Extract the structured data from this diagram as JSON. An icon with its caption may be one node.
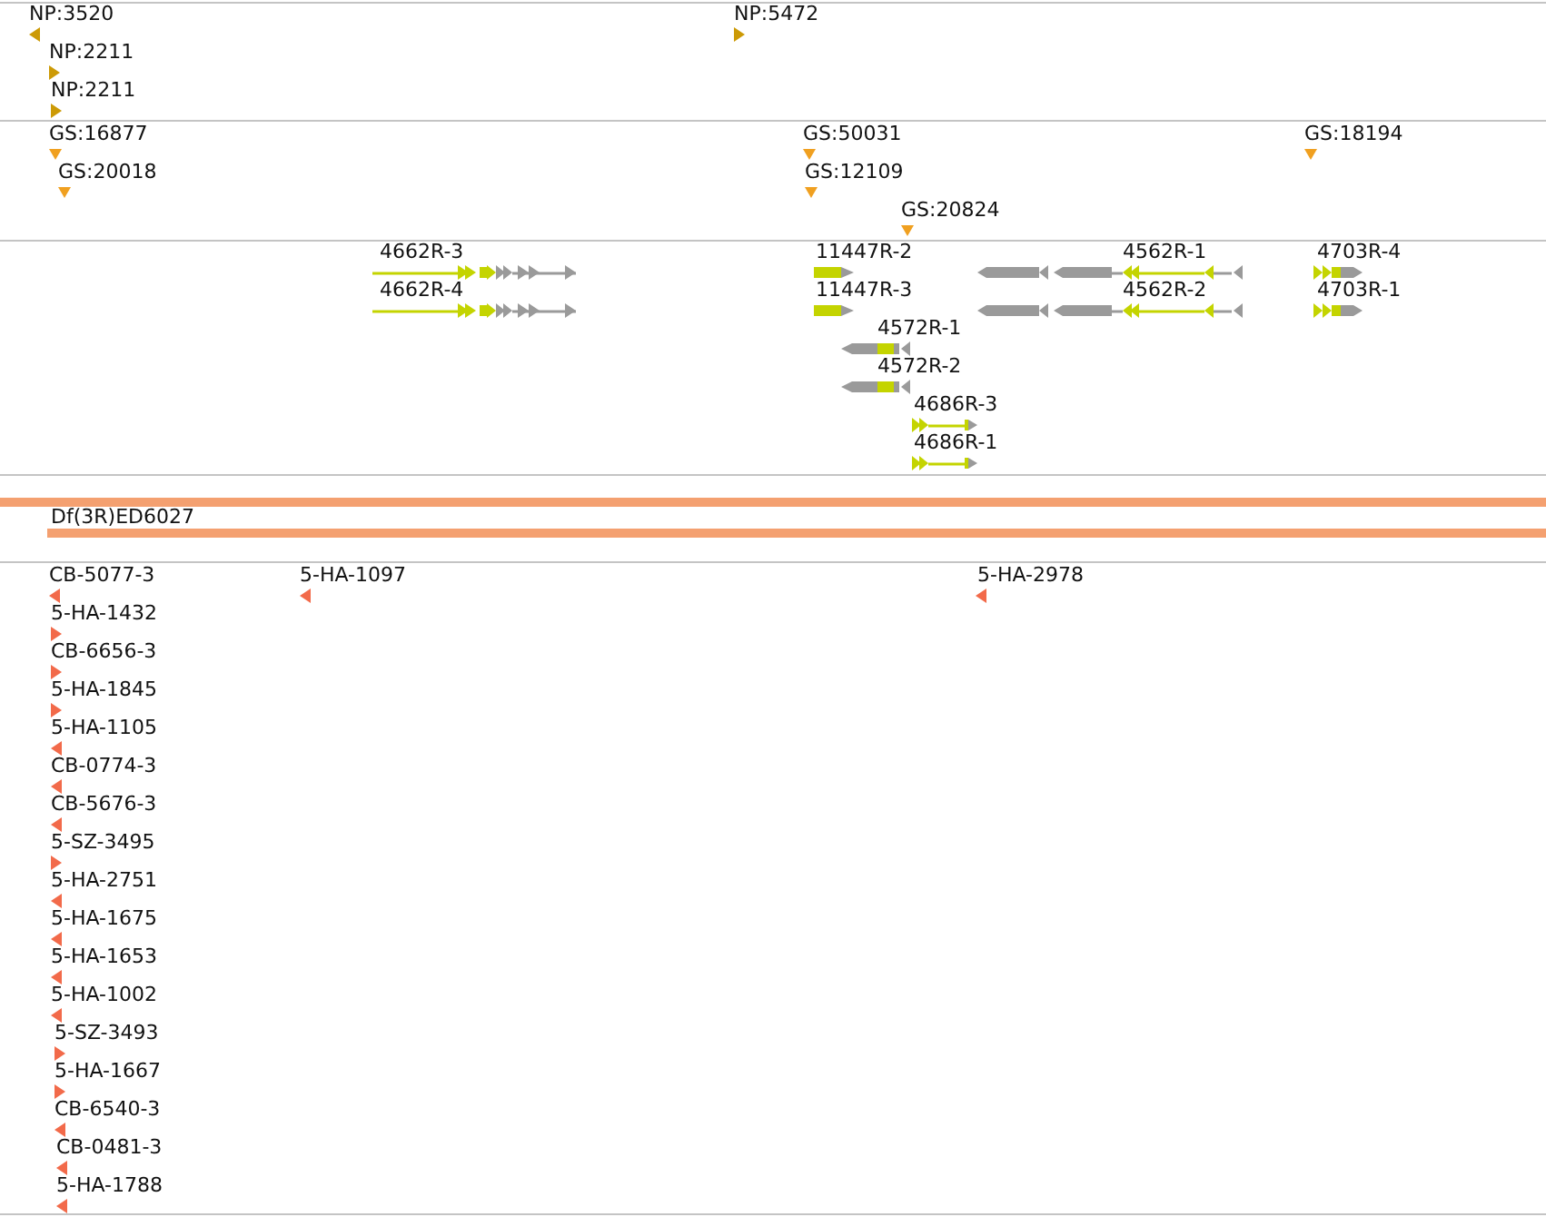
{
  "diagram": {
    "labels": [
      "NP:3520",
      "NP:5472",
      "NP:2211",
      "NP:2211",
      "GS:16877",
      "GS:50031",
      "GS:18194",
      "GS:20018",
      "GS:12109",
      "GS:20824",
      "4662R-3",
      "11447R-2",
      "4562R-1",
      "4703R-4",
      "4662R-4",
      "11447R-3",
      "4562R-2",
      "4703R-1",
      "4572R-1",
      "4572R-2",
      "4686R-3",
      "4686R-1",
      "Df(3R)ED6027",
      "CB-5077-3",
      "5-HA-1097",
      "5-HA-2978",
      "5-HA-1432",
      "CB-6656-3",
      "5-HA-1845",
      "5-HA-1105",
      "CB-0774-3",
      "CB-5676-3",
      "5-SZ-3495",
      "5-HA-2751",
      "5-HA-1675",
      "5-HA-1653",
      "5-HA-1002",
      "5-SZ-3493",
      "5-HA-1667",
      "CB-6540-3",
      "CB-0481-3",
      "5-HA-1788"
    ]
  }
}
